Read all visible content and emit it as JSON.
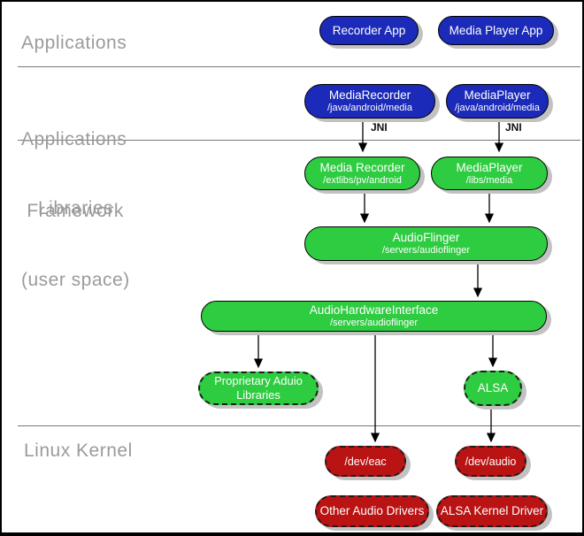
{
  "sections": {
    "applications": "Applications",
    "framework_line1": "Applications",
    "framework_line2": " Framework",
    "libraries_line1": "   Libraries",
    "libraries_line2": "(user space)",
    "linux_kernel": "Linux Kernel"
  },
  "annotations": {
    "jni_left": "JNI",
    "jni_right": "JNI"
  },
  "nodes": {
    "recorder_app": {
      "label": "Recorder App"
    },
    "media_player_app": {
      "label": "Media Player App"
    },
    "media_recorder_framework": {
      "label": "MediaRecorder",
      "path": "/java/android/media"
    },
    "media_player_framework": {
      "label": "MediaPlayer",
      "path": "/java/android/media"
    },
    "media_recorder_lib": {
      "label": "Media Recorder",
      "path": "/extlibs/pv/android"
    },
    "media_player_lib": {
      "label": "MediaPlayer",
      "path": "/libs/media"
    },
    "audio_flinger": {
      "label": "AudioFlinger",
      "path": "/servers/audioflinger"
    },
    "audio_hardware_interface": {
      "label": "AudioHardwareInterface",
      "path": "/servers/audioflinger"
    },
    "proprietary_audio_libraries": {
      "label": "Proprietary Aduio Libraries"
    },
    "alsa": {
      "label": "ALSA"
    },
    "dev_eac": {
      "label": "/dev/eac"
    },
    "dev_audio": {
      "label": "/dev/audio"
    },
    "other_audio_drivers": {
      "label": "Other Audio Drivers"
    },
    "alsa_kernel_driver": {
      "label": "ALSA Kernel Driver"
    }
  },
  "colors": {
    "app_blue": "#1b2ab8",
    "lib_green": "#2ecc40",
    "kernel_red": "#b91313",
    "shadow_gray": "#c2c2c2",
    "section_label_gray": "#9b9b9b",
    "divider_gray": "#787878"
  }
}
